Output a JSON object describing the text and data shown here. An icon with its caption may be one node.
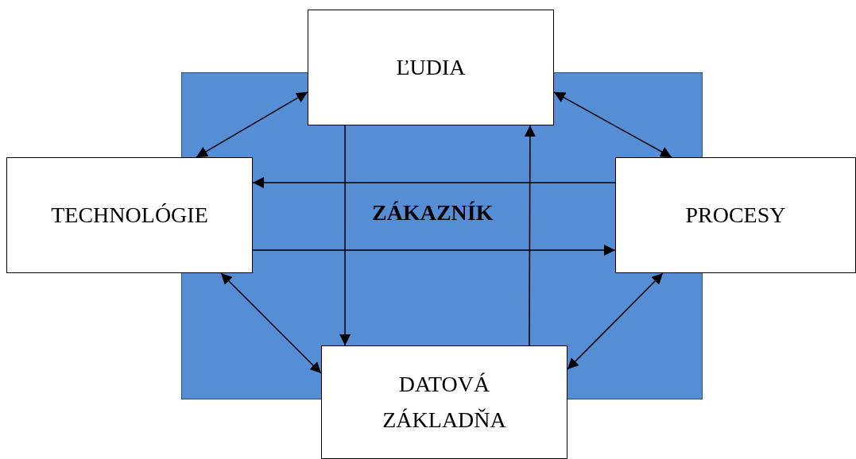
{
  "diagram": {
    "nodes": [
      {
        "text": [
          "ĽUDIA"
        ]
      },
      {
        "text": [
          "TECHNOLÓGIE"
        ]
      },
      {
        "text": [
          "PROCESY"
        ]
      },
      {
        "text": [
          "DATOVÁ ZÁKLADŇA"
        ]
      }
    ],
    "edges": [
      {
        "from": 0,
        "to": 1,
        "arrow": "both"
      },
      {
        "from": 0,
        "to": 2,
        "arrow": "both"
      },
      {
        "from": 1,
        "to": 3,
        "arrow": "both"
      },
      {
        "from": 2,
        "to": 3,
        "arrow": "both"
      },
      {
        "from": 2,
        "to": 1,
        "arrow": "to"
      },
      {
        "from": 1,
        "to": 2,
        "arrow": "to"
      },
      {
        "from": 0,
        "to": 3,
        "arrow": "to"
      },
      {
        "from": 3,
        "to": 0,
        "arrow": "to"
      }
    ],
    "labels": [
      "ZÁKAZNÍK"
    ]
  }
}
